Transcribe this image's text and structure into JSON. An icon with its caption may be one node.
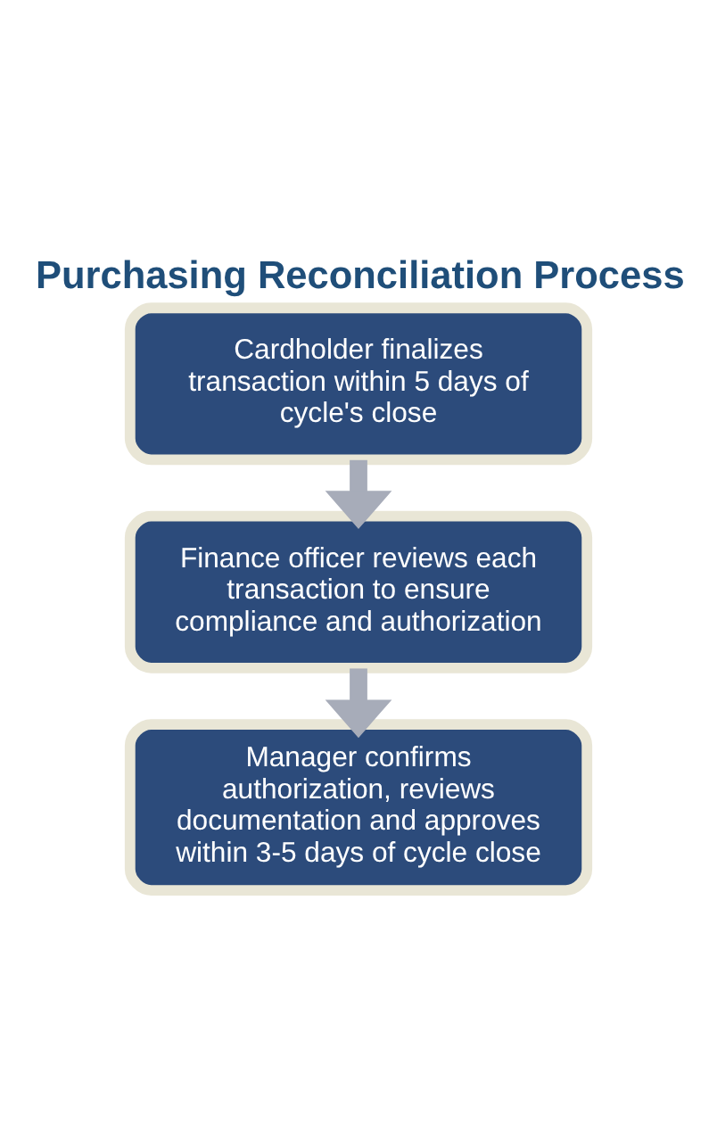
{
  "diagram": {
    "title": "Purchasing Reconciliation Process",
    "nodes": [
      {
        "text": [
          "Cardholder finalizes transaction within 5 days of cycle's close"
        ]
      },
      {
        "text": [
          "Finance officer reviews each transaction to ensure compliance and authorization"
        ]
      },
      {
        "text": [
          "Manager confirms authorization, reviews documentation and approves within 3-5 days of cycle close"
        ]
      }
    ],
    "edges": [
      {
        "from": 0,
        "to": 1,
        "arrow": "to"
      },
      {
        "from": 1,
        "to": 2,
        "arrow": "to"
      }
    ]
  }
}
